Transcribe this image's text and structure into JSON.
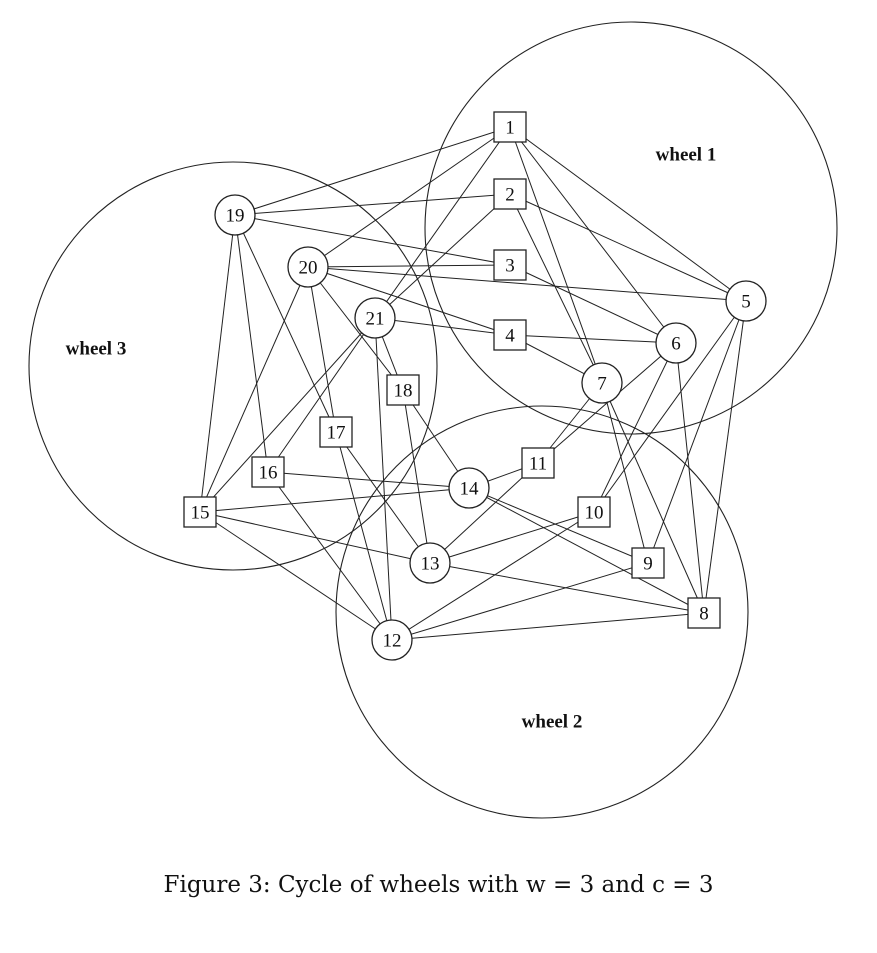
{
  "caption": "Figure 3: Cycle of wheels with w = 3 and c = 3",
  "wheels": [
    {
      "id": "w1",
      "label": "wheel 1"
    },
    {
      "id": "w2",
      "label": "wheel 2"
    },
    {
      "id": "w3",
      "label": "wheel 3"
    }
  ],
  "nodes": [
    {
      "id": "1",
      "label": "1",
      "shape": "square"
    },
    {
      "id": "2",
      "label": "2",
      "shape": "square"
    },
    {
      "id": "3",
      "label": "3",
      "shape": "square"
    },
    {
      "id": "4",
      "label": "4",
      "shape": "square"
    },
    {
      "id": "5",
      "label": "5",
      "shape": "circle"
    },
    {
      "id": "6",
      "label": "6",
      "shape": "circle"
    },
    {
      "id": "7",
      "label": "7",
      "shape": "circle"
    },
    {
      "id": "8",
      "label": "8",
      "shape": "square"
    },
    {
      "id": "9",
      "label": "9",
      "shape": "square"
    },
    {
      "id": "10",
      "label": "10",
      "shape": "square"
    },
    {
      "id": "11",
      "label": "11",
      "shape": "square"
    },
    {
      "id": "12",
      "label": "12",
      "shape": "circle"
    },
    {
      "id": "13",
      "label": "13",
      "shape": "circle"
    },
    {
      "id": "14",
      "label": "14",
      "shape": "circle"
    },
    {
      "id": "15",
      "label": "15",
      "shape": "square"
    },
    {
      "id": "16",
      "label": "16",
      "shape": "square"
    },
    {
      "id": "17",
      "label": "17",
      "shape": "square"
    },
    {
      "id": "18",
      "label": "18",
      "shape": "square"
    },
    {
      "id": "19",
      "label": "19",
      "shape": "circle"
    },
    {
      "id": "20",
      "label": "20",
      "shape": "circle"
    },
    {
      "id": "21",
      "label": "21",
      "shape": "circle"
    }
  ],
  "edges": [
    [
      "1",
      "19"
    ],
    [
      "1",
      "20"
    ],
    [
      "1",
      "21"
    ],
    [
      "1",
      "5"
    ],
    [
      "1",
      "6"
    ],
    [
      "1",
      "7"
    ],
    [
      "2",
      "19"
    ],
    [
      "2",
      "21"
    ],
    [
      "2",
      "5"
    ],
    [
      "2",
      "7"
    ],
    [
      "3",
      "19"
    ],
    [
      "3",
      "20"
    ],
    [
      "3",
      "6"
    ],
    [
      "4",
      "20"
    ],
    [
      "4",
      "21"
    ],
    [
      "4",
      "6"
    ],
    [
      "4",
      "7"
    ],
    [
      "5",
      "20"
    ],
    [
      "5",
      "8"
    ],
    [
      "5",
      "9"
    ],
    [
      "5",
      "10"
    ],
    [
      "6",
      "8"
    ],
    [
      "6",
      "10"
    ],
    [
      "6",
      "11"
    ],
    [
      "7",
      "8"
    ],
    [
      "7",
      "9"
    ],
    [
      "7",
      "11"
    ],
    [
      "8",
      "12"
    ],
    [
      "8",
      "13"
    ],
    [
      "8",
      "14"
    ],
    [
      "9",
      "12"
    ],
    [
      "9",
      "14"
    ],
    [
      "10",
      "12"
    ],
    [
      "10",
      "13"
    ],
    [
      "11",
      "13"
    ],
    [
      "11",
      "14"
    ],
    [
      "12",
      "15"
    ],
    [
      "12",
      "16"
    ],
    [
      "12",
      "17"
    ],
    [
      "12",
      "21"
    ],
    [
      "13",
      "15"
    ],
    [
      "13",
      "17"
    ],
    [
      "13",
      "18"
    ],
    [
      "14",
      "15"
    ],
    [
      "14",
      "16"
    ],
    [
      "14",
      "18"
    ],
    [
      "15",
      "19"
    ],
    [
      "15",
      "20"
    ],
    [
      "15",
      "21"
    ],
    [
      "16",
      "19"
    ],
    [
      "16",
      "21"
    ],
    [
      "17",
      "19"
    ],
    [
      "17",
      "20"
    ],
    [
      "18",
      "20"
    ],
    [
      "18",
      "21"
    ]
  ]
}
